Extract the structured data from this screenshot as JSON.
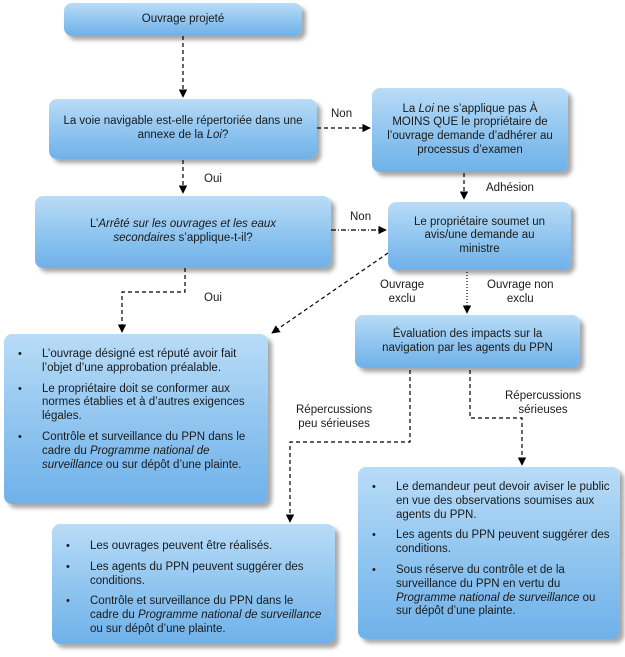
{
  "nodes": {
    "start": "Ouvrage projeté",
    "q1": {
      "pre": "La voie navigable est-elle répertoriée dans une annexe de la ",
      "em": "Loi",
      "post": "?"
    },
    "loi": {
      "pre": "La ",
      "em": "Loi",
      "post": " ne s’applique pas À MOINS QUE le propriétaire de l’ouvrage demande d’adhérer au processus d’examen"
    },
    "q2": {
      "pre": "L’",
      "em": "Arrêté sur les ouvrages et les eaux secondaires",
      "post": " s’applique-t-il?"
    },
    "owner": "Le propriétaire soumet un avis/une demande au ministre",
    "eval": "Évaluation des impacts sur la navigation par les agents du PPN",
    "designated": {
      "items": [
        {
          "text": "L’ouvrage désigné est réputé avoir fait l’objet d’une approbation préalable."
        },
        {
          "text": "Le propriétaire doit se conformer aux normes établies et à d’autres exigences légales."
        },
        {
          "pre": "Contrôle et surveillance du PPN dans le cadre du ",
          "em": "Programme national de surveillance",
          "post": " ou sur dépôt d’une plainte."
        }
      ]
    },
    "minor": {
      "items": [
        {
          "text": "Les ouvrages peuvent être réalisés."
        },
        {
          "text": "Les agents du PPN peuvent suggérer des conditions."
        },
        {
          "pre": "Contrôle et surveillance du PPN dans le cadre du ",
          "em": "Programme national de surveillance",
          "post": " ou sur dépôt d’une plainte."
        }
      ]
    },
    "serious": {
      "items": [
        {
          "text": "Le demandeur peut devoir aviser le public en vue des observations soumises aux agents du PPN."
        },
        {
          "text": "Les agents du PPN peuvent suggérer des conditions."
        },
        {
          "pre": "Sous réserve du contrôle et de la surveillance du PPN en vertu du ",
          "em": "Programme national de surveillance",
          "post": " ou sur dépôt d’une plainte."
        }
      ]
    }
  },
  "labels": {
    "non1": "Non",
    "oui1": "Oui",
    "adhesion": "Adhésion",
    "non2": "Non",
    "oui2": "Oui",
    "exclu_line1": "Ouvrage",
    "exclu_line2": "exclu",
    "nonexclu_line1": "Ouvrage non",
    "nonexclu_line2": "exclu",
    "peu_line1": "Répercussions",
    "peu_line2": "peu sérieuses",
    "ser_line1": "Répercussions",
    "ser_line2": "sérieuses"
  },
  "colors": {
    "box_top": "#b9dcf7",
    "box_bottom": "#6fb1ea",
    "connector": "#000000"
  }
}
